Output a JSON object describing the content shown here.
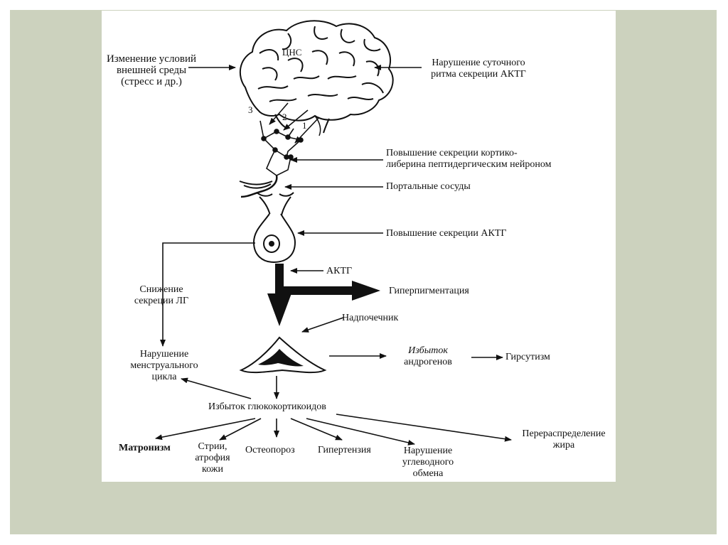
{
  "labels": {
    "cns": "ЦНС",
    "env_line1": "Изменение условий",
    "env_line2": "внешней среды",
    "env_line3": "(стресс и др.)",
    "rhythm_line1": "Нарушение суточного",
    "rhythm_line2": "ритма секреции АКТГ",
    "num1": "1",
    "num2": "2",
    "num3": "3",
    "crh_line1": "Повышение секреции кортико-",
    "crh_line2": "либерина пептидергическим нейроном",
    "portal": "Портальные сосуды",
    "acth_rise": "Повышение секреции АКТГ",
    "acth": "АКТГ",
    "hyperpig": "Гиперпигментация",
    "lh_line1": "Снижение",
    "lh_line2": "секреции ЛГ",
    "adrenal": "Надпочечник",
    "andro_line1": "Избыток",
    "andro_line2": "андрогенов",
    "hirsutism": "Гирсутизм",
    "mens_line1": "Нарушение",
    "mens_line2": "менструального",
    "mens_line3": "цикла",
    "gluco": "Избыток глюкокортикоидов",
    "matron": "Матронизм",
    "striae_line1": "Стрии,",
    "striae_line2": "атрофия",
    "striae_line3": "кожи",
    "osteo": "Остеопороз",
    "hypert": "Гипертензия",
    "carb_line1": "Нарушение",
    "carb_line2": "углеводного",
    "carb_line3": "обмена",
    "fat_line1": "Перераспределение",
    "fat_line2": "жира"
  },
  "colors": {
    "slide_background": "#ccd2be",
    "figure_background": "#ffffff",
    "ink": "#111111"
  }
}
